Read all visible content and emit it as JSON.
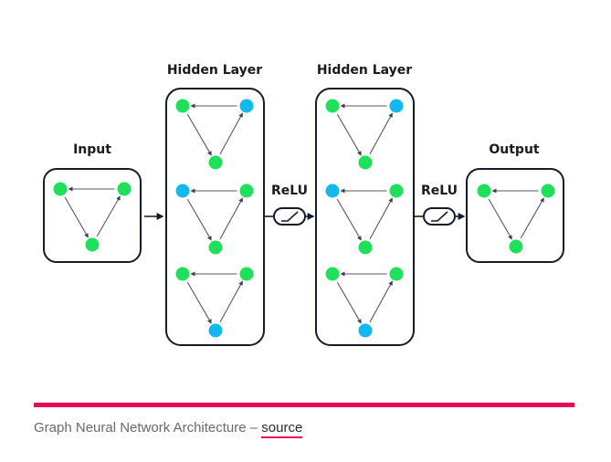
{
  "labels": {
    "input": "Input",
    "hidden1": "Hidden Layer",
    "hidden2": "Hidden Layer",
    "activation1": "ReLU",
    "activation2": "ReLU",
    "output": "Output"
  },
  "caption": {
    "text": "Graph Neural Network Architecture – ",
    "link_text": "source"
  },
  "colors": {
    "green_node": "#1fe05a",
    "blue_node": "#12b8f0",
    "outline": "#141b2a",
    "accent": "#ea0a55"
  },
  "graphs": [
    {
      "name": "input-graph",
      "nodes": [
        "green",
        "green",
        "green"
      ]
    },
    {
      "name": "hidden1-graph-1",
      "nodes": [
        "green",
        "blue",
        "green"
      ]
    },
    {
      "name": "hidden1-graph-2",
      "nodes": [
        "blue",
        "green",
        "green"
      ]
    },
    {
      "name": "hidden1-graph-3",
      "nodes": [
        "green",
        "green",
        "blue"
      ]
    },
    {
      "name": "hidden2-graph-1",
      "nodes": [
        "green",
        "blue",
        "green"
      ]
    },
    {
      "name": "hidden2-graph-2",
      "nodes": [
        "blue",
        "green",
        "green"
      ]
    },
    {
      "name": "hidden2-graph-3",
      "nodes": [
        "green",
        "green",
        "blue"
      ]
    },
    {
      "name": "output-graph",
      "nodes": [
        "green",
        "green",
        "green"
      ]
    }
  ]
}
